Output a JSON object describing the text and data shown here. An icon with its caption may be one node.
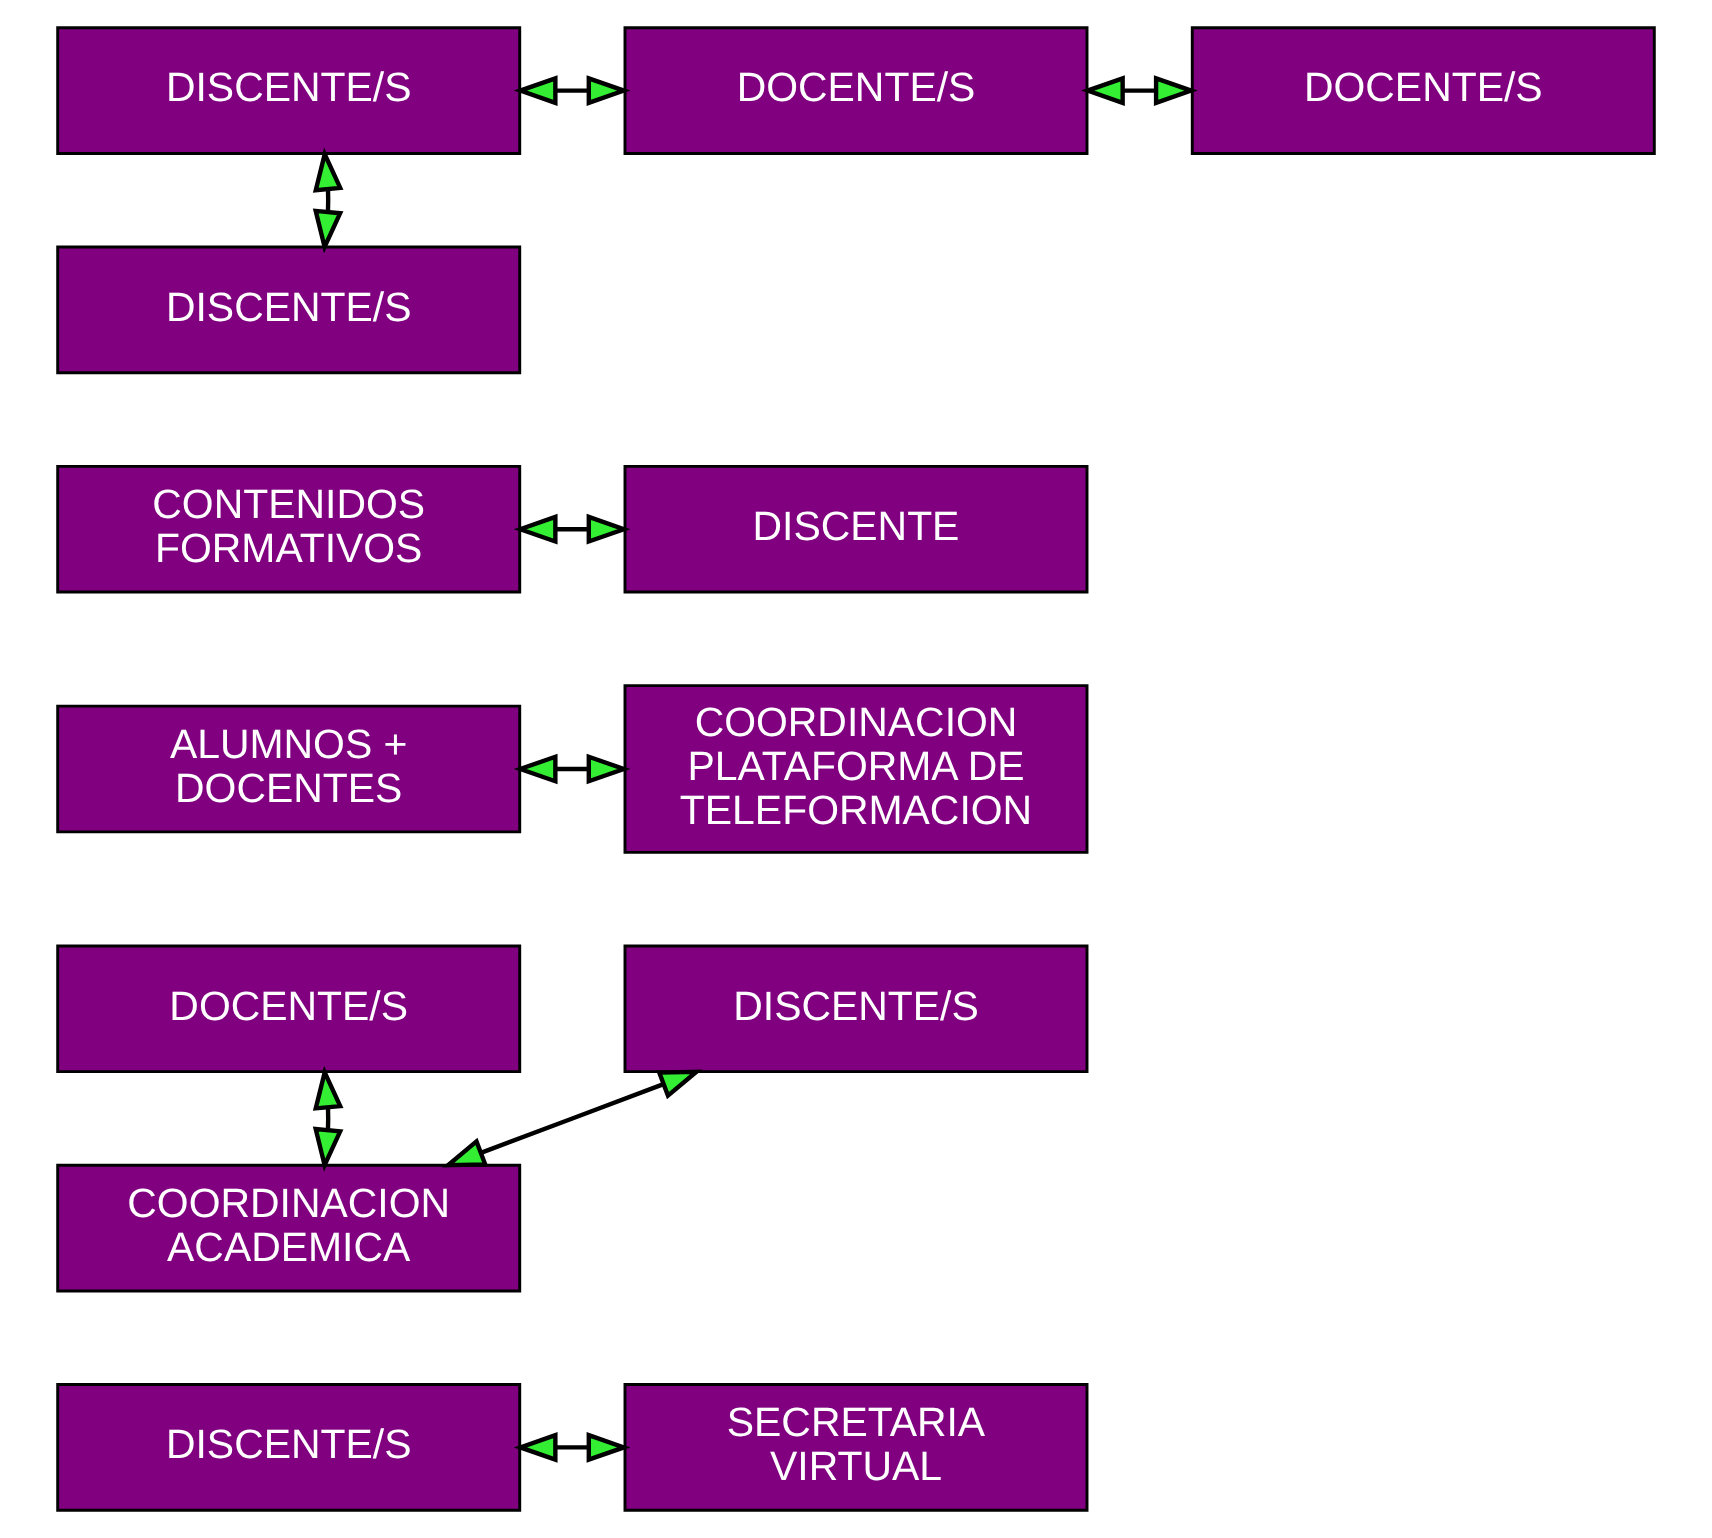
{
  "diagram": {
    "nodes": [
      {
        "text": [
          "DISCENTE/S"
        ]
      },
      {
        "text": [
          "DOCENTE/S"
        ]
      },
      {
        "text": [
          "DOCENTE/S"
        ]
      },
      {
        "text": [
          "DISCENTE/S"
        ]
      },
      {
        "text": [
          "CONTENIDOS FORMATIVOS"
        ]
      },
      {
        "text": [
          "DISCENTE"
        ]
      },
      {
        "text": [
          "ALUMNOS + DOCENTES"
        ]
      },
      {
        "text": [
          "COORDINACION PLATAFORMA DE TELEFORMACION"
        ]
      },
      {
        "text": [
          "DOCENTE/S"
        ]
      },
      {
        "text": [
          "DISCENTE/S"
        ]
      },
      {
        "text": [
          "COORDINACION ACADEMICA"
        ]
      },
      {
        "text": [
          "DISCENTE/S"
        ]
      },
      {
        "text": [
          "SECRETARIA VIRTUAL"
        ]
      }
    ],
    "edges": [
      {
        "from": 0,
        "to": 1,
        "arrow": "both"
      },
      {
        "from": 1,
        "to": 2,
        "arrow": "both"
      },
      {
        "from": 0,
        "to": 3,
        "arrow": "both"
      },
      {
        "from": 4,
        "to": 5,
        "arrow": "both"
      },
      {
        "from": 6,
        "to": 7,
        "arrow": "both"
      },
      {
        "from": 8,
        "to": 10,
        "arrow": "both"
      },
      {
        "from": 9,
        "to": 10,
        "arrow": "both"
      },
      {
        "from": 11,
        "to": 12,
        "arrow": "both"
      }
    ]
  }
}
